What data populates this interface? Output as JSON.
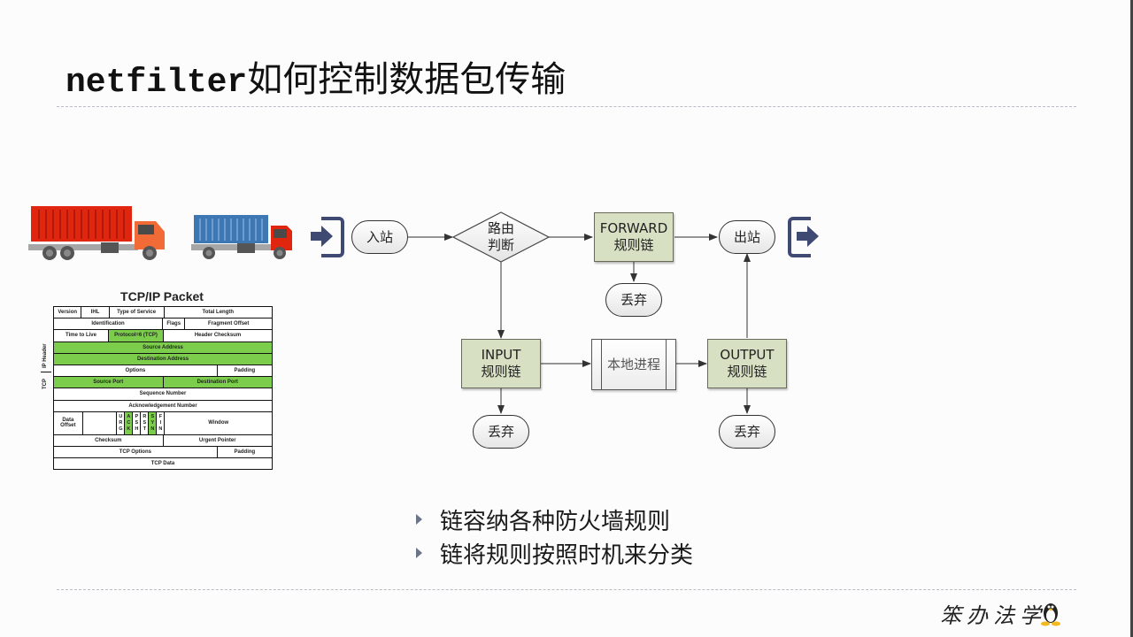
{
  "slide": {
    "title_mono": "netfilter",
    "title_cjk": "如何控制数据包传输",
    "footer_logo": "笨办法学",
    "colors": {
      "chain_fill": "#d7e0c2",
      "icon_navy": "#3f4a73",
      "packet_green": "#7ccd4c",
      "truck_red": "#e0260f",
      "truck_blue": "#3d78b5"
    }
  },
  "packet": {
    "title": "TCP/IP Packet",
    "ip_label": "IP Header",
    "tcp_label": "TCP",
    "rows": [
      [
        {
          "t": "Version",
          "w": 1
        },
        {
          "t": "IHL",
          "w": 1
        },
        {
          "t": "Type of Service",
          "w": 2
        },
        {
          "t": "Total Length",
          "w": 4
        }
      ],
      [
        {
          "t": "Identification",
          "w": 4
        },
        {
          "t": "Flags",
          "w": 0.8
        },
        {
          "t": "Fragment Offset",
          "w": 3.2
        }
      ],
      [
        {
          "t": "Time to Live",
          "w": 2
        },
        {
          "t": "Protocol=6 (TCP)",
          "w": 2,
          "g": true
        },
        {
          "t": "Header Checksum",
          "w": 4
        }
      ],
      [
        {
          "t": "Source Address",
          "w": 8,
          "g": true
        }
      ],
      [
        {
          "t": "Destination Address",
          "w": 8,
          "g": true
        }
      ],
      [
        {
          "t": "Options",
          "w": 6
        },
        {
          "t": "Padding",
          "w": 2
        }
      ],
      [
        {
          "t": "Source Port",
          "w": 4,
          "g": true
        },
        {
          "t": "Destination Port",
          "w": 4,
          "g": true
        }
      ],
      [
        {
          "t": "Sequence Number",
          "w": 8
        }
      ],
      [
        {
          "t": "Acknowledgement Number",
          "w": 8
        }
      ],
      [
        {
          "t": "Checksum",
          "w": 4
        },
        {
          "t": "Urgent Pointer",
          "w": 4
        }
      ],
      [
        {
          "t": "TCP Options",
          "w": 6
        },
        {
          "t": "Padding",
          "w": 2
        }
      ],
      [
        {
          "t": "TCP Data",
          "w": 8
        }
      ]
    ],
    "data_offset": "Data Offset",
    "window": "Window",
    "flags": [
      {
        "t": "URG",
        "g": false
      },
      {
        "t": "ACK",
        "g": true
      },
      {
        "t": "PSH",
        "g": false
      },
      {
        "t": "RST",
        "g": false
      },
      {
        "t": "SYN",
        "g": true
      },
      {
        "t": "FIN",
        "g": false
      }
    ]
  },
  "flow": {
    "ingress": "入站",
    "routing": [
      "路由",
      "判断"
    ],
    "forward": [
      "FORWARD",
      "规则链"
    ],
    "egress": "出站",
    "drop": "丢弃",
    "input": [
      "INPUT",
      "规则链"
    ],
    "local_process": "本地进程",
    "output": [
      "OUTPUT",
      "规则链"
    ]
  },
  "bullets": [
    "链容纳各种防火墙规则",
    "链将规则按照时机来分类"
  ]
}
